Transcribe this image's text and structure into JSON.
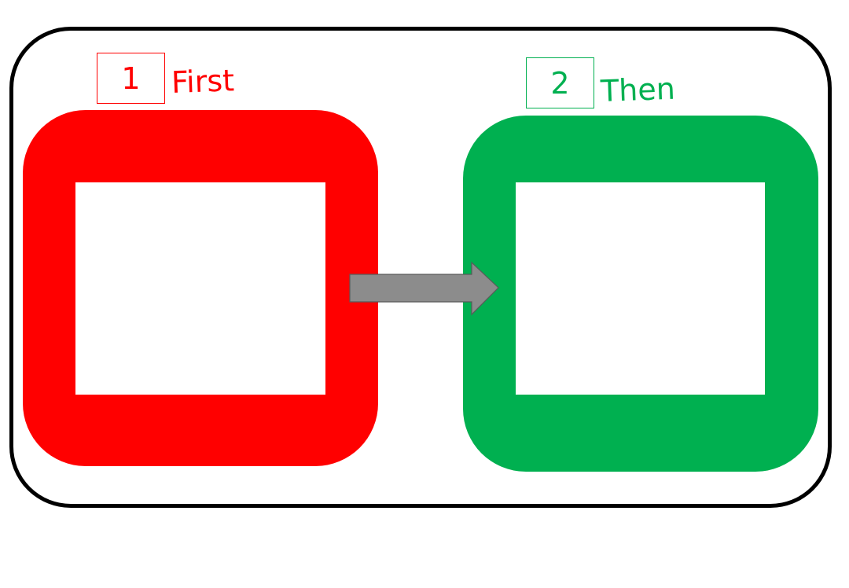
{
  "colors": {
    "first": "#ff0000",
    "then": "#00b050",
    "arrow_fill": "#8c8c8c",
    "arrow_stroke": "#5a5a5a",
    "frame": "#000000"
  },
  "steps": [
    {
      "number": "1",
      "label": "First"
    },
    {
      "number": "2",
      "label": "Then"
    }
  ],
  "connector": {
    "icon": "right-arrow-icon"
  }
}
